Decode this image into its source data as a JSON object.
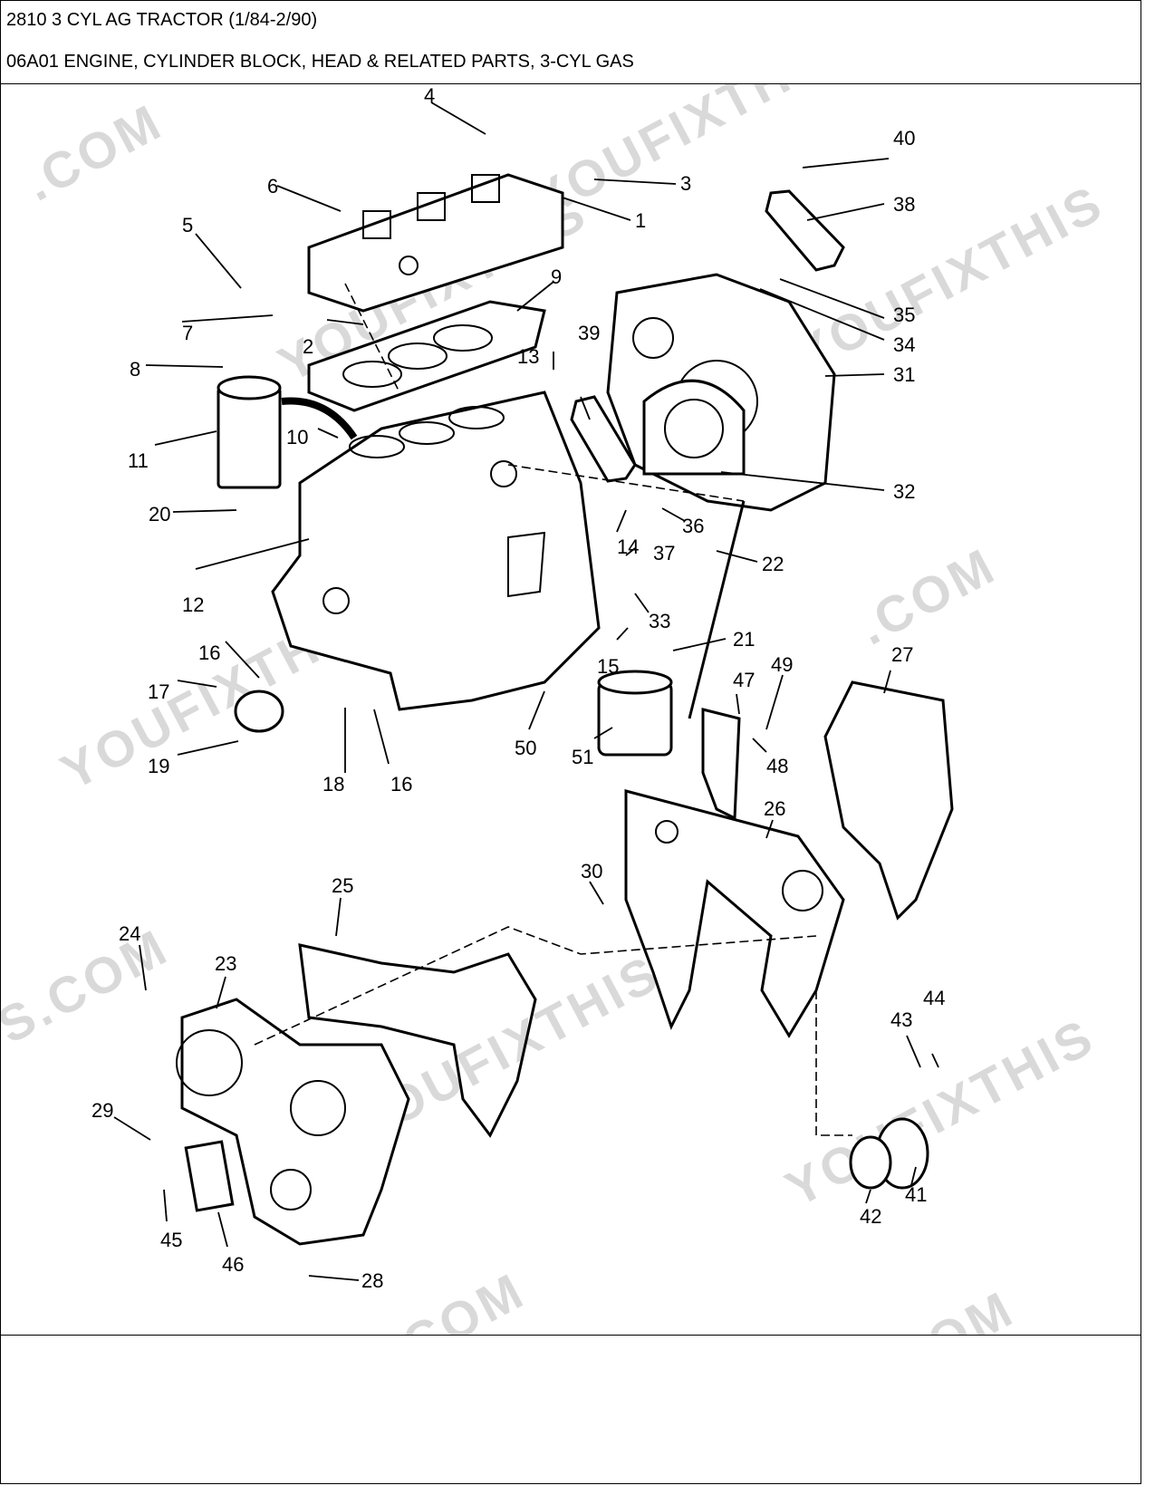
{
  "header": {
    "title": "2810 3 CYL AG TRACTOR (1/84-2/90)",
    "subtitle": "06A01 ENGINE, CYLINDER BLOCK, HEAD & RELATED PARTS, 3-CYL GAS"
  },
  "watermarks": [
    ".COM",
    "YOUFIXTHIS",
    "YOUFIXTHIS.COM",
    "YOUFIXTHIS",
    ".COM",
    "YOUFIXTHIS",
    "S.COM",
    "YOUFIXTHIS",
    ".COM",
    "S.COM",
    ".COM"
  ],
  "callouts": [
    "1",
    "2",
    "3",
    "4",
    "5",
    "6",
    "7",
    "8",
    "9",
    "10",
    "11",
    "12",
    "13",
    "14",
    "15",
    "16",
    "16",
    "17",
    "18",
    "19",
    "20",
    "21",
    "22",
    "23",
    "24",
    "25",
    "26",
    "27",
    "28",
    "29",
    "30",
    "31",
    "32",
    "33",
    "34",
    "35",
    "36",
    "37",
    "38",
    "39",
    "40",
    "41",
    "42",
    "43",
    "44",
    "45",
    "46",
    "47",
    "48",
    "49",
    "50",
    "51"
  ]
}
